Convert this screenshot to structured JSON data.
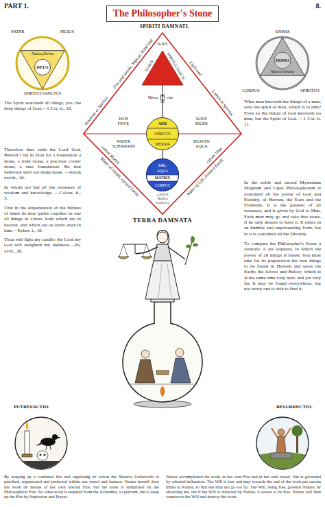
{
  "diagram": {
    "title": "The Philosopher's Stone",
    "nodes": [
      {
        "text": [
          "Natura Divina"
        ]
      },
      {
        "text": [
          "DEUS"
        ],
        "in": 0
      },
      {
        "text": [
          "HOMO",
          "Natura humana"
        ]
      },
      {
        "text": [
          "ISCH FEWE",
          "IGNIS RIGER",
          "WATER SCHAMAIM",
          "HEAVEN AQUA",
          "AZOTH TERRA SANCTA"
        ]
      },
      {
        "text": [
          "IGNIS"
        ],
        "in": 3
      },
      {
        "text": [
          "AER",
          "SPIRITUS",
          "SPERMA"
        ],
        "in": 3
      },
      {
        "text": [
          "SAL.",
          "AQUA",
          "MATRIX",
          "CORPUS"
        ],
        "in": 3
      },
      {
        "text": [
          "PUTREFACTIO."
        ]
      },
      {
        "text": [
          "RESURRECTIO."
        ]
      }
    ],
    "edges": [
      {
        "from": 4,
        "to": 5,
        "arrow": "none"
      },
      {
        "from": 5,
        "to": 6,
        "arrow": "none"
      }
    ],
    "labels": [
      "PART 1.",
      "8.",
      "SPIRITI DAMNATI.",
      "PATER",
      "FILIUS",
      "SPIRITUS SANCTUS",
      "ANIMA",
      "CORPUS",
      "SPIRITUS",
      "Fire and smoke, Vapour, Wind and",
      "Tenebrae et Spiritus",
      "Light and",
      "Lumen et Spiritus",
      "calum Mortis",
      "Water of Death, cursed Earth.",
      "calum Vitae",
      "Water of Life, blessed Earth.",
      "SEMEN",
      "SPIRITUS SANCTI",
      "Mercu",
      "rius",
      "TERRA DAMNATA",
      "The Spirit searcheth all things, yea, the deep things of God.—1 Cor. ii., 10.",
      "Therefore thus saith the Lord God, Behold I lay in Zion for a foundation a stone, a tried stone, a precious corner stone, a sure foundation: He that believeth shall not make haste. —Isaiah xxviii., 16.",
      "In whom are hid all the treasures of wisdom and knowledge. —Coloss. ii., 3.",
      "That in the dispensation of the fulness of times he may gather together in one all things in Christ, both which are in heaven, and which are on earth: even in him.—Ephes. i., 10.",
      "Thou wilt light my candle: the Lord my God will enlighten my darkness.—Ps. xviii., 28.",
      "What man knoweth the things of a man, save the spirit of man, which is in him? Even so the things of God knoweth no man, but the Spirit of God. —1 Cor. ii. 11.",
      "In the noble and sacred Mysterium Magnum and Lapis Philosophorum is contained all the power of God and Eternity, of Heaven, the Stars and the Elements. It is the greatest of all treasures, and is given by God to Man. Each man may go and take that stone, if he only desires to have it. It exists in an humble and unpretending form, but in it is contained all the Divinity.",
      "To compare the Philosopher's Stone a centralic Δ are required, in which the power of all things is based. You must take for its preparation the best things to be found in Heaven and upon the Earth; the Above and Below; which is at the same time very near, and yet very far. It may be found everywhere, but not every one is able to find it.",
      "By keeping up a continual fire and regulating its action the Materia Universalis is putrified, regenerated and perfected within one vessel and furnace. Nature herself does the work by means of her own inward Fire; but the latter is stimulated by the Philosophical Fire. No other work is required from the Alchemist, to perform, but to keep up the Fire by Aspiration and Prayer.",
      "Nature accomplished the work, in her own Fire and in her own vessel. She is governed by celestial influences. The Will is free and may towards the end of the work put certain limits to Nature, so that she may not go too far. The Will, being free, governs Nature, by attracting her, but if the Will is attracted by Nature, it ceases to be free. Nature will then counteract the Will and destroy the work."
    ]
  }
}
